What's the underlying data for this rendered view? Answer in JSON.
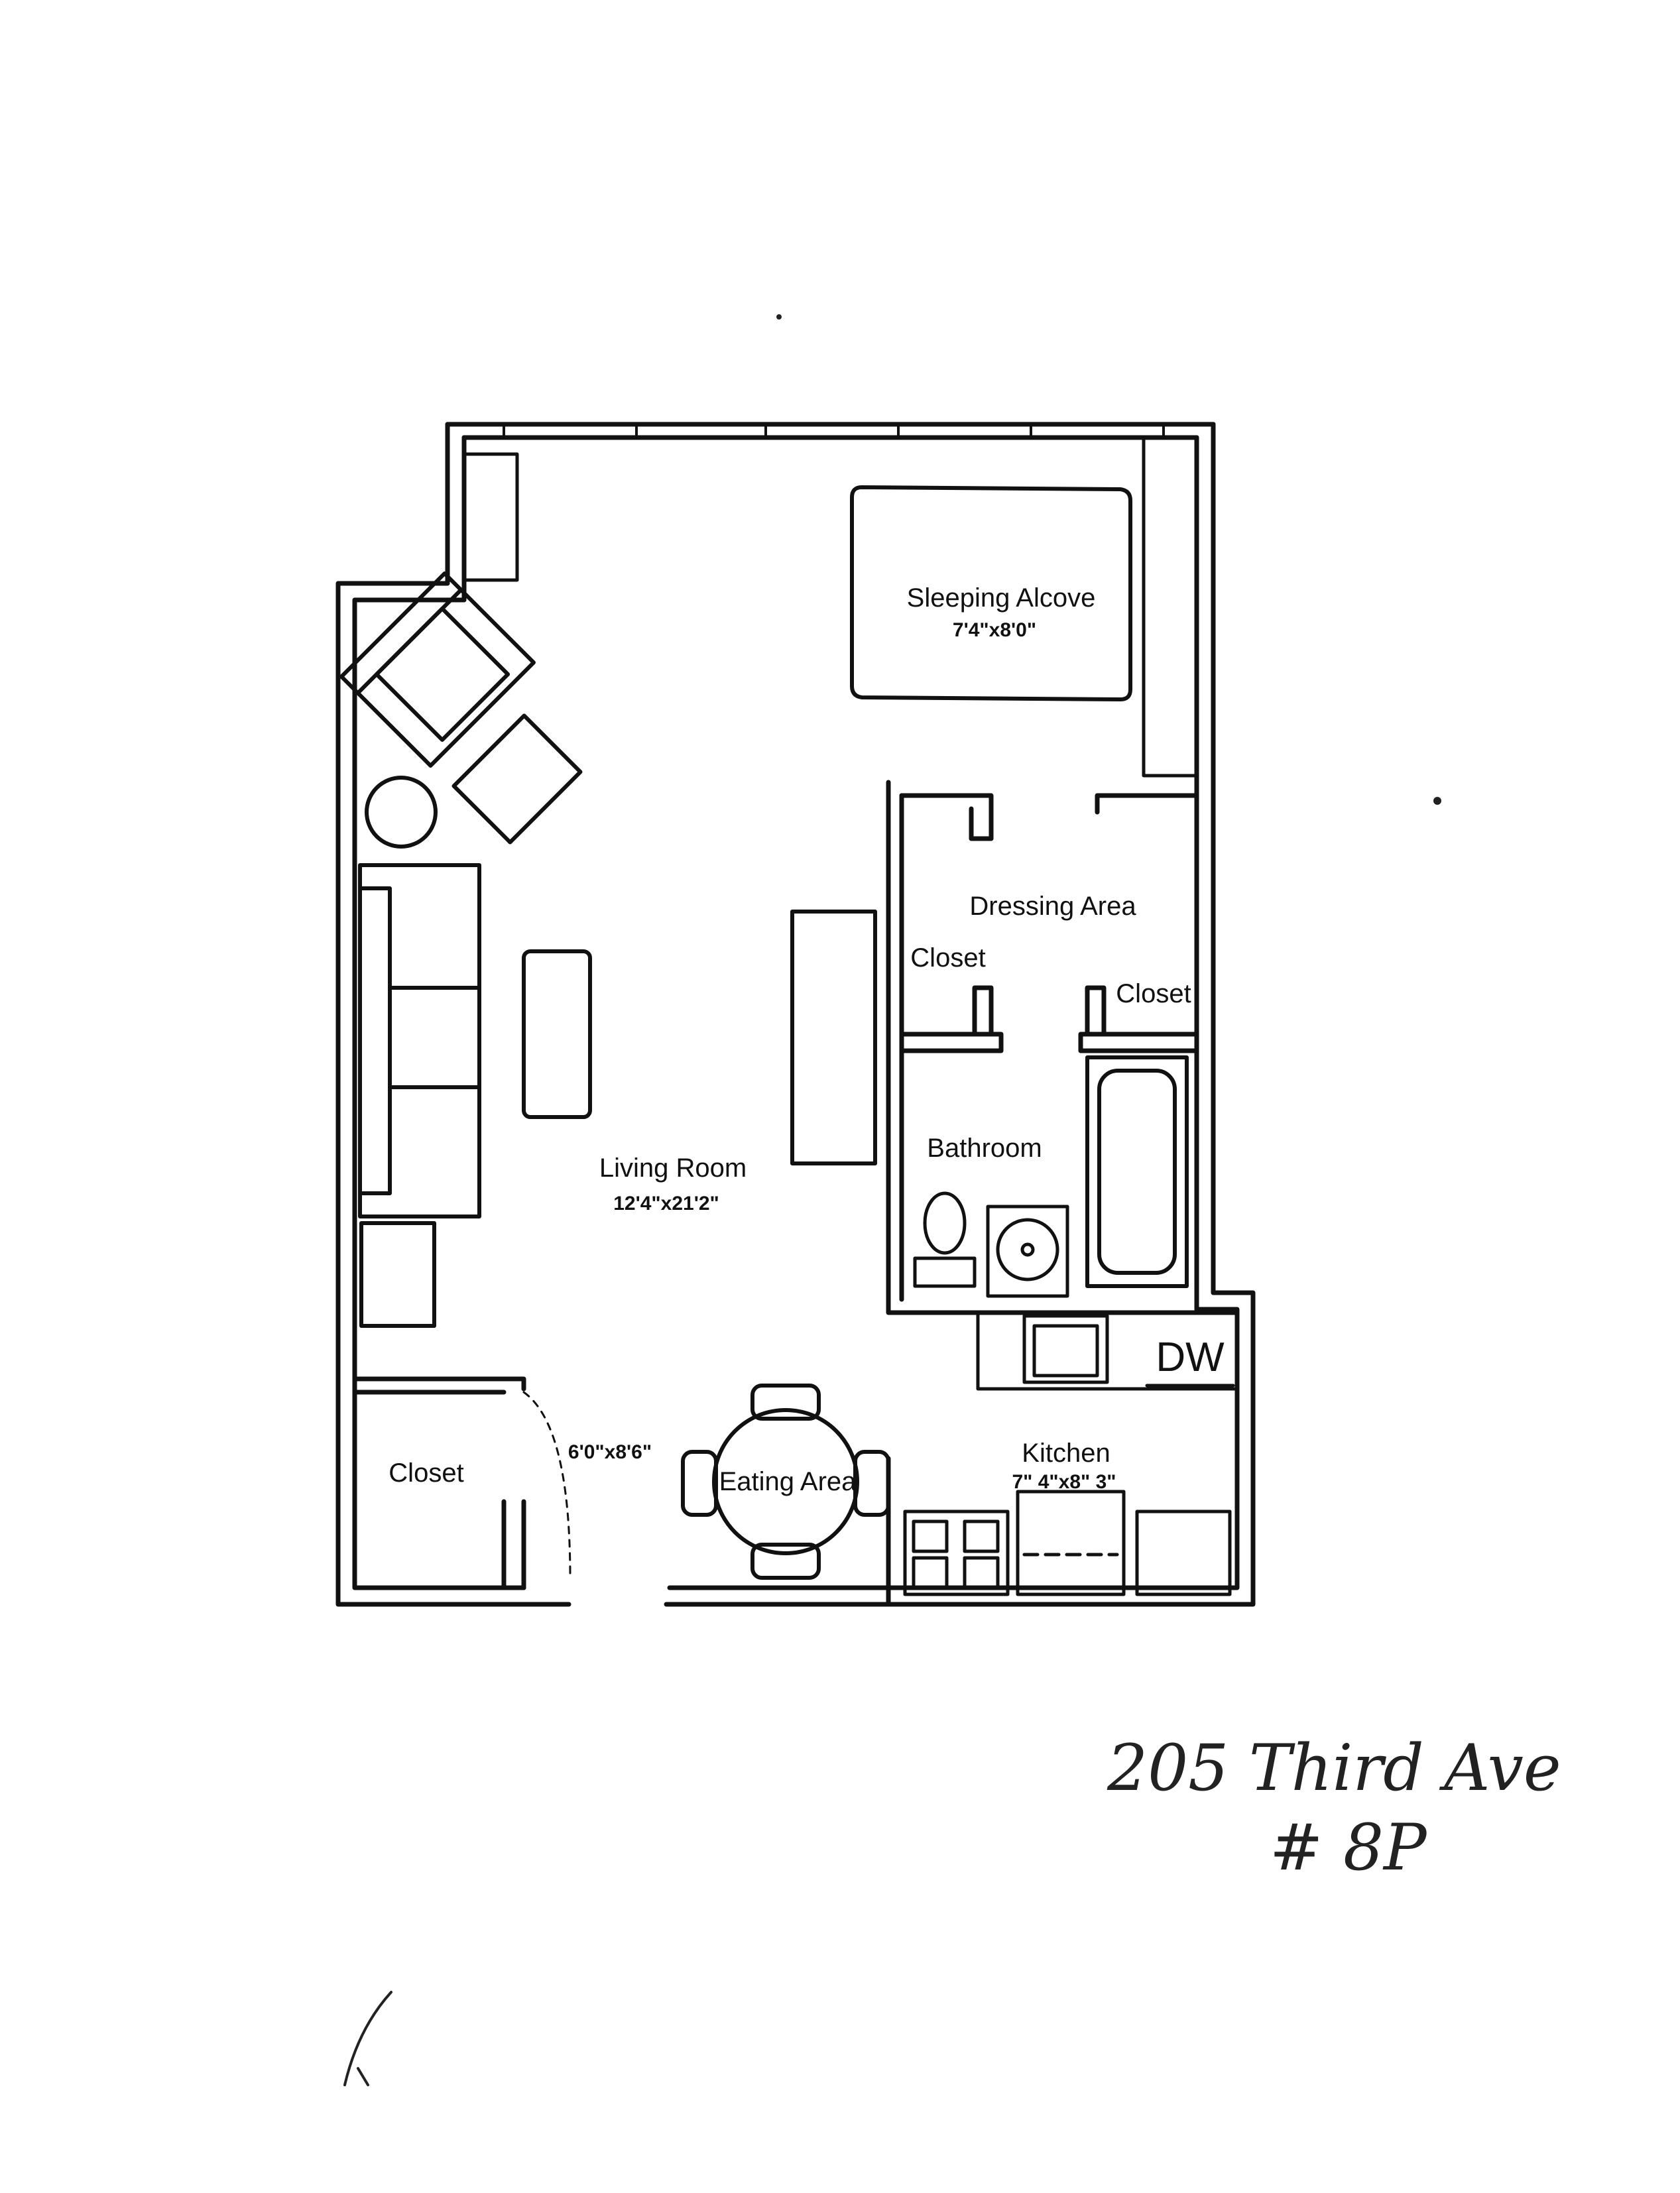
{
  "rooms": {
    "sleeping_alcove": {
      "name": "Sleeping Alcove",
      "dims": "7'4\"x8'0\""
    },
    "dressing_area": {
      "name": "Dressing Area"
    },
    "closet_left": {
      "name": "Closet"
    },
    "closet_right": {
      "name": "Closet"
    },
    "bathroom": {
      "name": "Bathroom"
    },
    "living_room": {
      "name": "Living Room",
      "dims": "12'4\"x21'2\""
    },
    "entry_closet": {
      "name": "Closet",
      "dims": "6'0\"x8'6\""
    },
    "eating_area": {
      "name": "Eating Area"
    },
    "kitchen": {
      "name": "Kitchen",
      "dims": "7\" 4\"x8\" 3\""
    }
  },
  "fixtures": {
    "dishwasher": "DW"
  },
  "handwriting": {
    "line1": "205 Third Ave",
    "line2": "# 8P"
  }
}
